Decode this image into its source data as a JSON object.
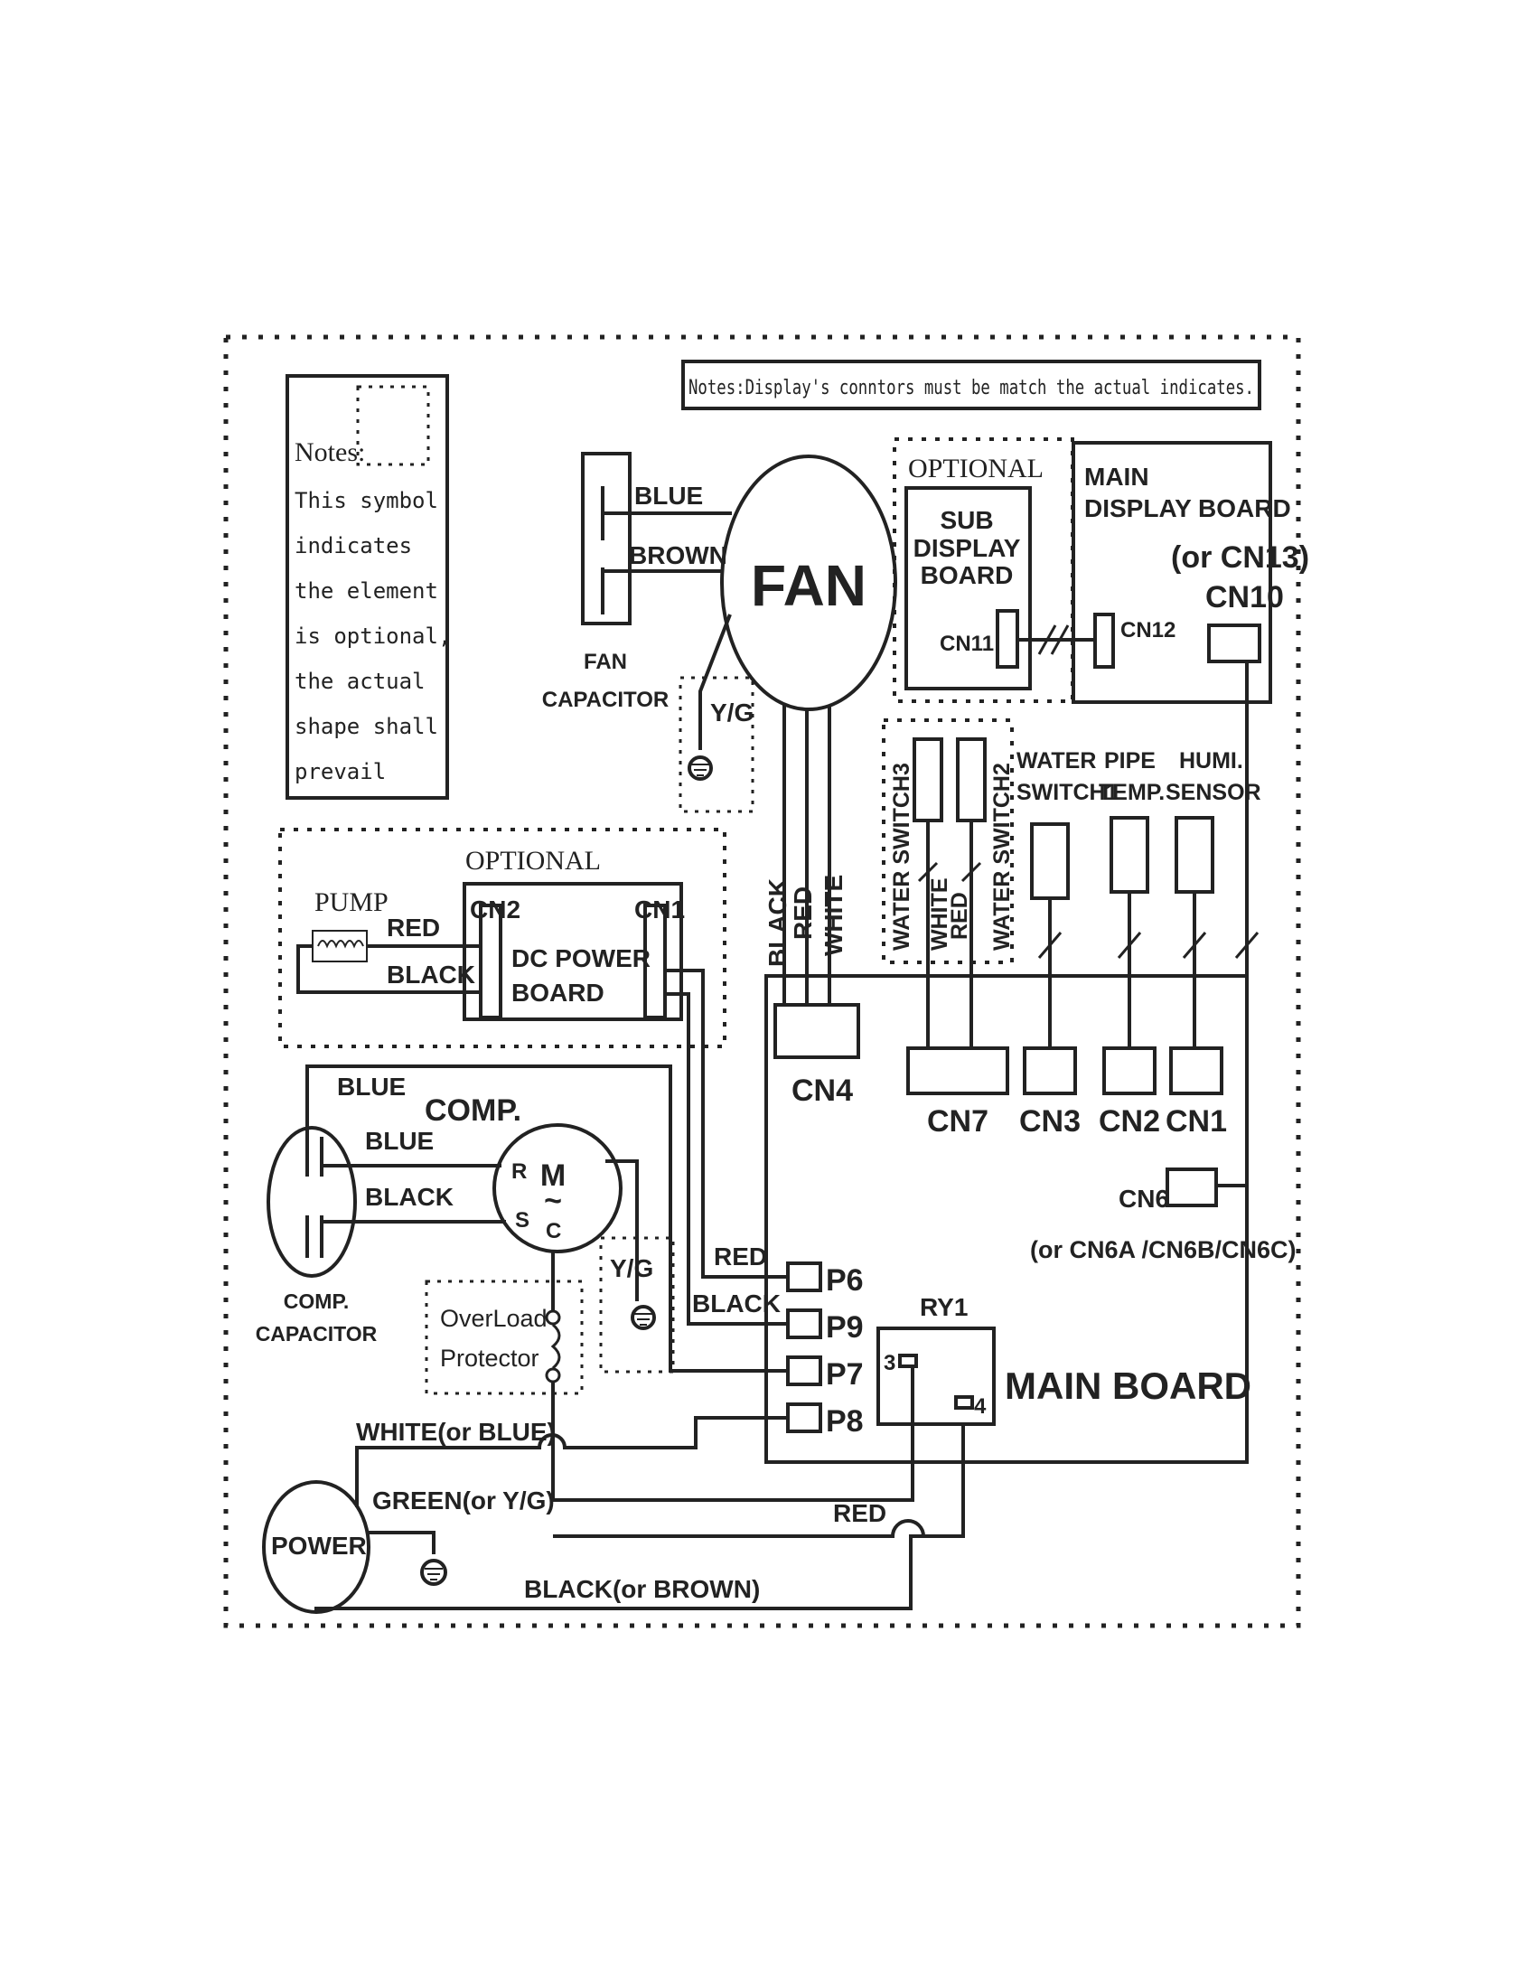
{
  "notes_box": {
    "title": "Notes:",
    "lines": [
      "This symbol",
      "indicates",
      "the element",
      "is optional,",
      "the actual",
      "shape shall",
      "prevail"
    ]
  },
  "top_note": "Notes:Display's conntors must be match the actual indicates.",
  "optional_label": "OPTIONAL",
  "fan": {
    "label": "FAN",
    "capacitor_line1": "FAN",
    "capacitor_line2": "CAPACITOR",
    "wire_blue": "BLUE",
    "wire_brown": "BROWN",
    "ground": "Y/G",
    "wire_black": "BLACK",
    "wire_red": "RED",
    "wire_white": "WHITE"
  },
  "sub_display": {
    "line1": "SUB",
    "line2": "DISPLAY",
    "line3": "BOARD",
    "connector": "CN11"
  },
  "main_display": {
    "line1": "MAIN",
    "line2": "DISPLAY BOARD",
    "alt": "(or CN13)",
    "cn10": "CN10",
    "cn12": "CN12"
  },
  "switches": {
    "ws3": "WATER SWITCH3",
    "ws2": "WATER SWITCH2",
    "wire_white": "WHITE",
    "wire_red": "RED",
    "ws1_line1": "WATER",
    "ws1_line2": "SWITCH1",
    "pipe_line1": "PIPE",
    "pipe_line2": "TEMP.",
    "humi_line1": "HUMI.",
    "humi_line2": "SENSOR"
  },
  "pump": {
    "label": "PUMP",
    "wire_red": "RED",
    "wire_black": "BLACK",
    "cn2": "CN2",
    "cn1": "CN1",
    "board_line1": "DC POWER",
    "board_line2": "BOARD"
  },
  "main_board": {
    "label": "MAIN BOARD",
    "cn4": "CN4",
    "cn7": "CN7",
    "cn3": "CN3",
    "cn2": "CN2",
    "cn1": "CN1",
    "cn6": "CN6",
    "cn6_alt": "(or CN6A /CN6B/CN6C)",
    "p6": "P6",
    "p9": "P9",
    "p7": "P7",
    "p8": "P8",
    "relay": "RY1",
    "relay_pin3": "3",
    "relay_pin4": "4",
    "wire_red": "RED",
    "wire_black": "BLACK"
  },
  "comp": {
    "label": "COMP.",
    "motor": "M",
    "tilde": "~",
    "pin_r": "R",
    "pin_s": "S",
    "pin_c": "C",
    "wire_blue_top": "BLUE",
    "wire_blue": "BLUE",
    "wire_black": "BLACK",
    "capacitor_line1": "COMP.",
    "capacitor_line2": "CAPACITOR",
    "ground": "Y/G",
    "overload_line1": "OverLoad",
    "overload_line2": "Protector"
  },
  "power": {
    "label": "POWER",
    "wire_white": "WHITE(or BLUE)",
    "wire_green": "GREEN(or Y/G)",
    "wire_red": "RED",
    "wire_black": "BLACK(or BROWN)"
  }
}
